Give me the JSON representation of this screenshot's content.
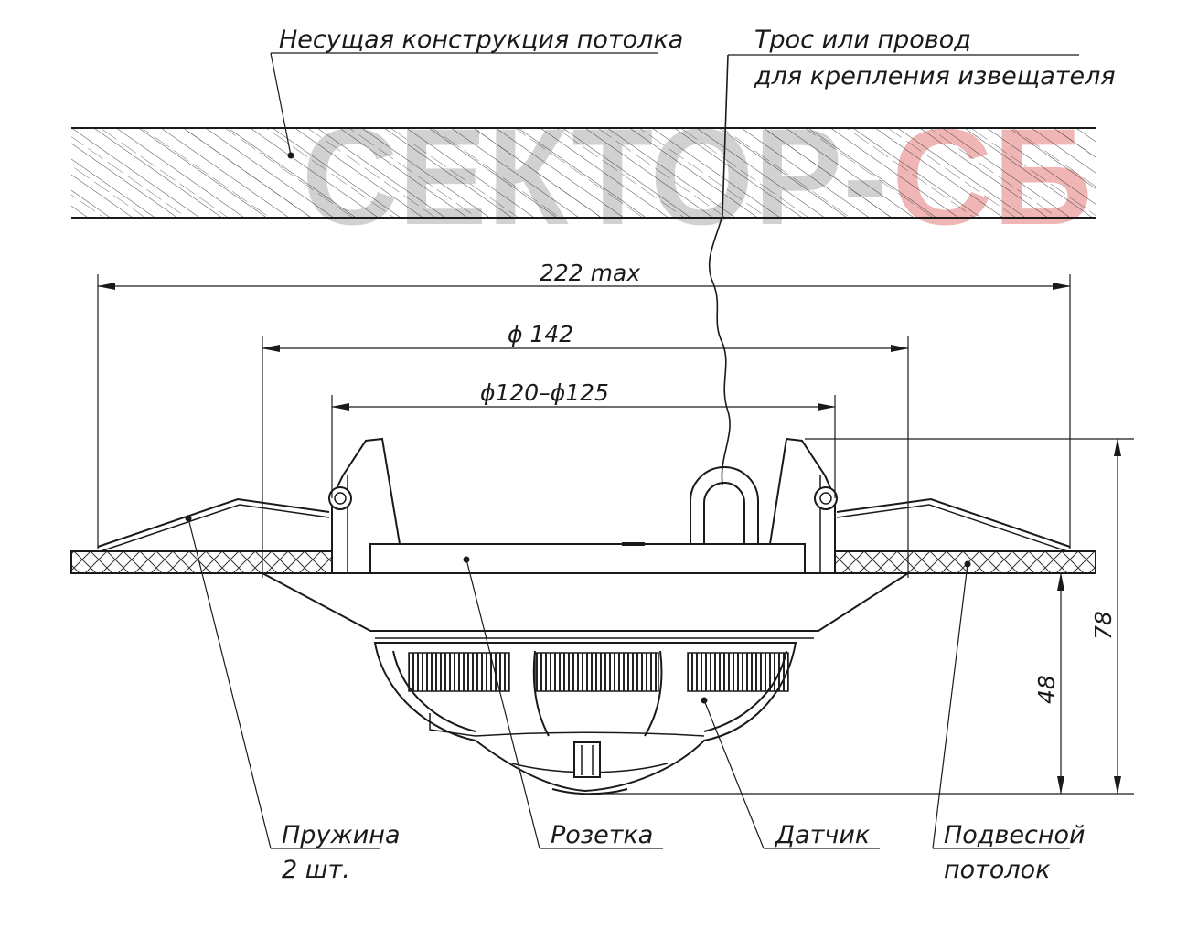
{
  "labels": {
    "ceiling_structure": "Несущая конструкция потолка",
    "cable_line1": "Трос или провод",
    "cable_line2": "для крепления извещателя",
    "spring_line1": "Пружина",
    "spring_line2": "2 шт.",
    "socket": "Розетка",
    "sensor": "Датчик",
    "false_ceiling_line1": "Подвесной",
    "false_ceiling_line2": "потолок"
  },
  "dimensions": {
    "overall_width": "222 max",
    "flange_diameter": "ϕ 142",
    "cutout_diameter": "ϕ120–ϕ125",
    "height_total": "78",
    "height_below_ceiling": "48"
  },
  "watermark": {
    "text_main": "СЕКТОР-",
    "text_accent": "СБ",
    "color_main": "#9a9a9a",
    "color_accent": "#e06060"
  },
  "colors": {
    "line": "#1a1a1a",
    "background": "#ffffff"
  }
}
